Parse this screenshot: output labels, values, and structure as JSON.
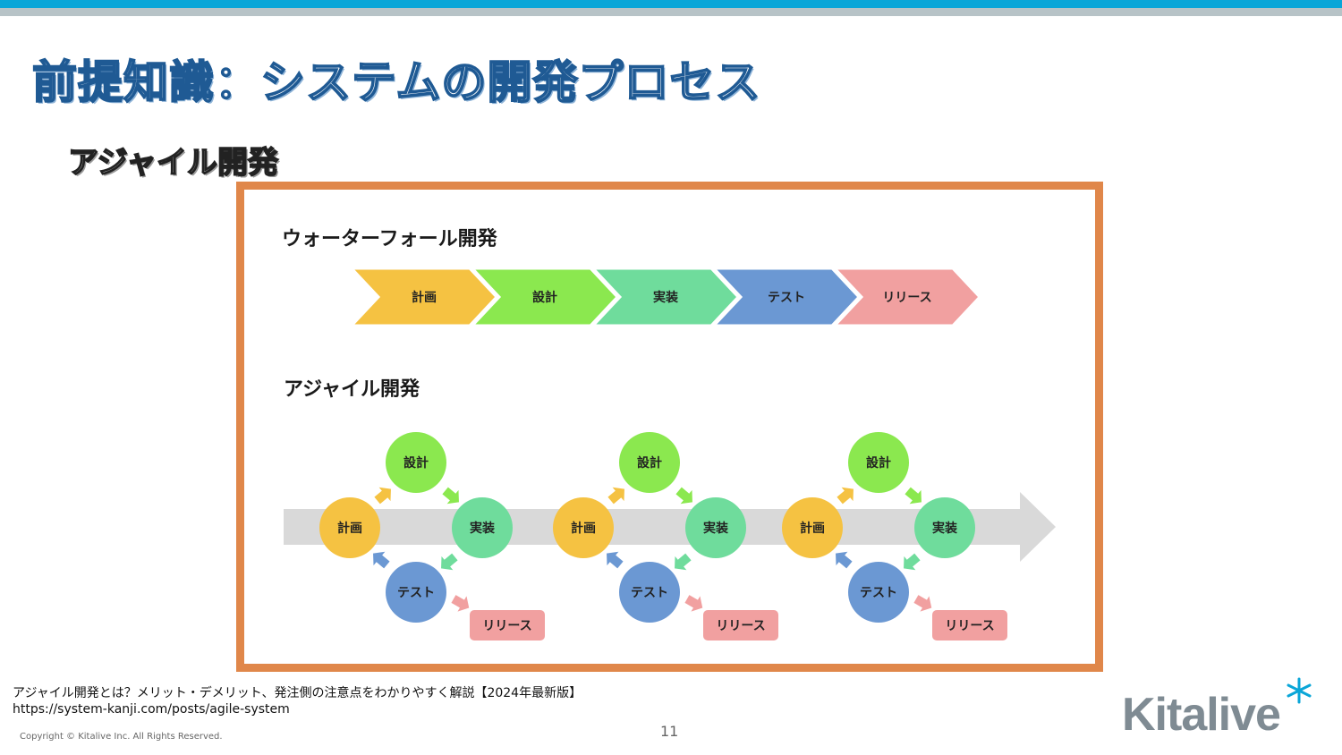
{
  "slide": {
    "title": "前提知識：システムの開発プロセス",
    "subtitle": "アジャイル開発",
    "page_number": "11",
    "copyright": "Copyright © Kitalive Inc. All Rights Reserved."
  },
  "figure": {
    "waterfall_heading": "ウォーターフォール開発",
    "waterfall_steps": [
      "計画",
      "設計",
      "実装",
      "テスト",
      "リリース"
    ],
    "agile_heading": "アジャイル開発",
    "agile_cycle_labels": {
      "plan": "計画",
      "design": "設計",
      "implement": "実装",
      "test": "テスト",
      "release": "リリース"
    }
  },
  "source": {
    "title": "アジャイル開発とは？メリット・デメリット、発注側の注意点をわかりやすく解説【2024年最新版】",
    "url": "https://system-kanji.com/posts/agile-system"
  },
  "logo": {
    "text": "Kitalive",
    "colors": {
      "main": "#7f8b93",
      "accent": "#0aa6d8"
    }
  },
  "colors": {
    "plan": "#f5c242",
    "design": "#8be84f",
    "implement": "#6fdc9c",
    "test": "#6b98d3",
    "release": "#f1a0a0",
    "frame": "#e0874a",
    "title_outline": "#1f5a94",
    "flow_arrow": "#d9d9d9"
  }
}
